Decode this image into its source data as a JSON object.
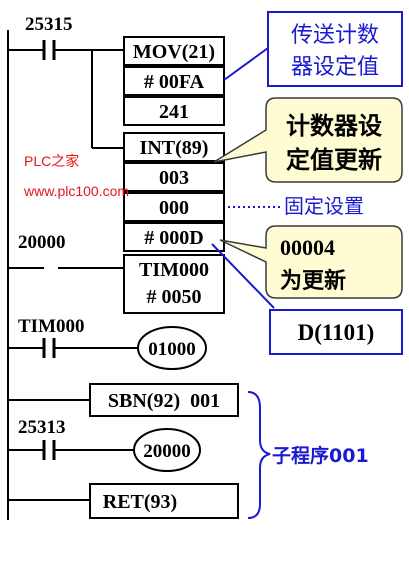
{
  "colors": {
    "ink": "#000000",
    "annotation": "#1a1ad0",
    "callout_fill": "#fffbd2",
    "callout_stroke": "#3a3a3a",
    "watermark": "#e8141c"
  },
  "rung1": {
    "contact": "25315",
    "mov_instr": "MOV(21)",
    "mov_src": "# 00FA",
    "mov_dst": "241",
    "int_instr": "INT(89)",
    "int_ctrl": "003",
    "int_op1": "000",
    "int_op2": "# 000D"
  },
  "rung2": {
    "contact": "20000",
    "timer": "TIM000",
    "timer_sv": "# 0050"
  },
  "rung3": {
    "contact": "TIM000",
    "coil": "01000"
  },
  "subroutine": {
    "sbn": "SBN(92)  001",
    "contact": "25313",
    "coil": "20000",
    "ret": "RET(93)",
    "label": "子程序001"
  },
  "notes": {
    "box1_line1": "传送计数",
    "box1_line2": "器设定值",
    "callout1_line1": "计数器设",
    "callout1_line2": "定值更新",
    "fixed": "固定设置",
    "callout2_line1": "00004",
    "callout2_line2": "为更新",
    "d_box": "D(1101)"
  },
  "watermark": {
    "line1": "PLC之家",
    "line2": "www.plc100.com"
  }
}
